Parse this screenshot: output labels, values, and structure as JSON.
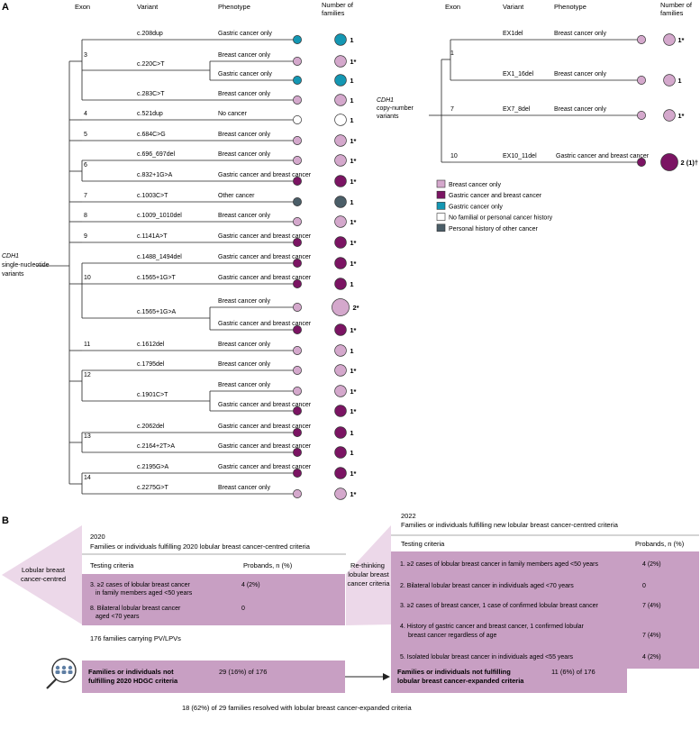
{
  "panel_a": {
    "label": "A",
    "headers": {
      "exon": "Exon",
      "variant": "Variant",
      "phenotype": "Phenotype",
      "families_l1": "Number of",
      "families_l2": "families"
    },
    "snv_group_l1": "CDH1",
    "snv_group_l2": "single-nucleotide",
    "snv_group_l3": "variants",
    "cnv_group_l1": "CDH1",
    "cnv_group_l2": "copy-number",
    "cnv_group_l3": "variants",
    "colors": {
      "breast": "#d4a8cc",
      "gastric_breast": "#7b1463",
      "gastric": "#1497b3",
      "none": "#ffffff",
      "other": "#4b5e68"
    },
    "snv_rows": [
      {
        "exon": "3",
        "variant": "c.208dup",
        "phenotype": "Gastric cancer only",
        "type": "gastric",
        "count": "1"
      },
      {
        "exon": "",
        "variant": "c.220C>T",
        "phenotype": "Breast cancer only",
        "type": "breast",
        "count": "1*"
      },
      {
        "exon": "",
        "variant": "",
        "phenotype": "Gastric cancer only",
        "type": "gastric",
        "count": "1"
      },
      {
        "exon": "",
        "variant": "c.283C>T",
        "phenotype": "Breast cancer only",
        "type": "breast",
        "count": "1"
      },
      {
        "exon": "4",
        "variant": "c.521dup",
        "phenotype": "No cancer",
        "type": "none",
        "count": "1"
      },
      {
        "exon": "5",
        "variant": "c.684C>G",
        "phenotype": "Breast cancer only",
        "type": "breast",
        "count": "1*"
      },
      {
        "exon": "6",
        "variant": "c.696_697del",
        "phenotype": "Breast cancer only",
        "type": "breast",
        "count": "1*"
      },
      {
        "exon": "",
        "variant": "c.832+1G>A",
        "phenotype": "Gastric cancer and breast cancer",
        "type": "gastric_breast",
        "count": "1*"
      },
      {
        "exon": "7",
        "variant": "c.1003C>T",
        "phenotype": "Other cancer",
        "type": "other",
        "count": "1"
      },
      {
        "exon": "8",
        "variant": "c.1009_1010del",
        "phenotype": "Breast cancer only",
        "type": "breast",
        "count": "1*"
      },
      {
        "exon": "9",
        "variant": "c.1141A>T",
        "phenotype": "Gastric cancer and breast cancer",
        "type": "gastric_breast",
        "count": "1*"
      },
      {
        "exon": "10",
        "variant": "c.1488_1494del",
        "phenotype": "Gastric cancer and breast cancer",
        "type": "gastric_breast",
        "count": "1*"
      },
      {
        "exon": "",
        "variant": "c.1565+1G>T",
        "phenotype": "Gastric cancer and breast cancer",
        "type": "gastric_breast",
        "count": "1"
      },
      {
        "exon": "",
        "variant": "c.1565+1G>A",
        "phenotype": "Breast cancer only",
        "type": "breast",
        "count": "2*"
      },
      {
        "exon": "",
        "variant": "",
        "phenotype": "Gastric cancer and breast cancer",
        "type": "gastric_breast",
        "count": "1*"
      },
      {
        "exon": "11",
        "variant": "c.1612del",
        "phenotype": "Breast cancer only",
        "type": "breast",
        "count": "1"
      },
      {
        "exon": "12",
        "variant": "c.1795del",
        "phenotype": "Breast cancer only",
        "type": "breast",
        "count": "1*"
      },
      {
        "exon": "",
        "variant": "c.1901C>T",
        "phenotype": "Breast cancer only",
        "type": "breast",
        "count": "1*"
      },
      {
        "exon": "",
        "variant": "",
        "phenotype": "Gastric cancer and breast cancer",
        "type": "gastric_breast",
        "count": "1*"
      },
      {
        "exon": "13",
        "variant": "c.2062del",
        "phenotype": "Gastric cancer and breast cancer",
        "type": "gastric_breast",
        "count": "1"
      },
      {
        "exon": "",
        "variant": "c.2164+2T>A",
        "phenotype": "Gastric cancer and breast cancer",
        "type": "gastric_breast",
        "count": "1"
      },
      {
        "exon": "14",
        "variant": "c.2195G>A",
        "phenotype": "Gastric cancer and breast cancer",
        "type": "gastric_breast",
        "count": "1*"
      },
      {
        "exon": "",
        "variant": "c.2275G>T",
        "phenotype": "Breast cancer only",
        "type": "breast",
        "count": "1*"
      }
    ],
    "cnv_rows": [
      {
        "exon": "1",
        "variant": "EX1del",
        "phenotype": "Breast cancer only",
        "type": "breast",
        "count": "1*"
      },
      {
        "exon": "",
        "variant": "EX1_16del",
        "phenotype": "Breast cancer only",
        "type": "breast",
        "count": "1"
      },
      {
        "exon": "7",
        "variant": "EX7_8del",
        "phenotype": "Breast cancer only",
        "type": "breast",
        "count": "1*"
      },
      {
        "exon": "10",
        "variant": "EX10_11del",
        "phenotype": "Gastric cancer and breast cancer",
        "type": "gastric_breast",
        "count": "2 (1)†"
      }
    ],
    "legend": [
      {
        "type": "breast",
        "label": "Breast cancer only"
      },
      {
        "type": "gastric_breast",
        "label": "Gastric cancer and breast cancer"
      },
      {
        "type": "gastric",
        "label": "Gastric cancer only"
      },
      {
        "type": "none",
        "label": "No familial or personal cancer history"
      },
      {
        "type": "other",
        "label": "Personal history of other cancer"
      }
    ]
  },
  "panel_b": {
    "label": "B",
    "y2020": "2020",
    "title2020": "Families or individuals fulfilling 2020 lobular breast cancer-centred criteria",
    "y2022": "2022",
    "title2022": "Families or individuals fulfilling new lobular breast cancer-centred criteria",
    "col_criteria": "Testing criteria",
    "col_probands": "Probands, n (%)",
    "lobular_l1": "Lobular breast",
    "lobular_l2": "cancer-centred",
    "rethink_l1": "Re-thinking",
    "rethink_l2": "lobular breast",
    "rethink_l3": "cancer criteria",
    "criteria_2020": [
      {
        "l1": "3. ≥2 cases of lobular breast cancer",
        "l2": "in family members aged <50 years",
        "value": "4 (2%)"
      },
      {
        "l1": "8. Bilateral lobular breast cancer",
        "l2": "aged <70 years",
        "value": "0"
      }
    ],
    "criteria_2022": [
      {
        "l1": "1. ≥2 cases of lobular breast cancer in family members aged <50 years",
        "l2": "",
        "value": "4 (2%)"
      },
      {
        "l1": "2. Bilateral lobular breast cancer in individuals aged <70 years",
        "l2": "",
        "value": "0"
      },
      {
        "l1": "3. ≥2 cases of breast cancer, 1 case of confirmed lobular breast cancer",
        "l2": "",
        "value": "7 (4%)"
      },
      {
        "l1": "4. History of gastric cancer and breast cancer, 1 confirmed lobular",
        "l2": "breast cancer regardless of age",
        "value": "7 (4%)"
      },
      {
        "l1": "5. Isolated lobular breast cancer in individuals aged <55 years",
        "l2": "",
        "value": "4 (2%)"
      }
    ],
    "families_pv": "176 families carrying PV/LPVs",
    "not_fulfil_2020_l1": "Families or individuals not",
    "not_fulfil_2020_l2": "fulfilling 2020 HDGC criteria",
    "not_fulfil_2020_value": "29 (16%) of 176",
    "not_fulfil_2022_l1": "Families or individuals not fulfilling",
    "not_fulfil_2022_l2": "lobular breast cancer-expanded criteria",
    "not_fulfil_2022_value": "11 (6%) of 176",
    "resolved": "18 (62%) of 29 families resolved with lobular breast cancer-expanded criteria",
    "box_color": "#c89fc3",
    "arrow_color": "#ecd8e9"
  }
}
